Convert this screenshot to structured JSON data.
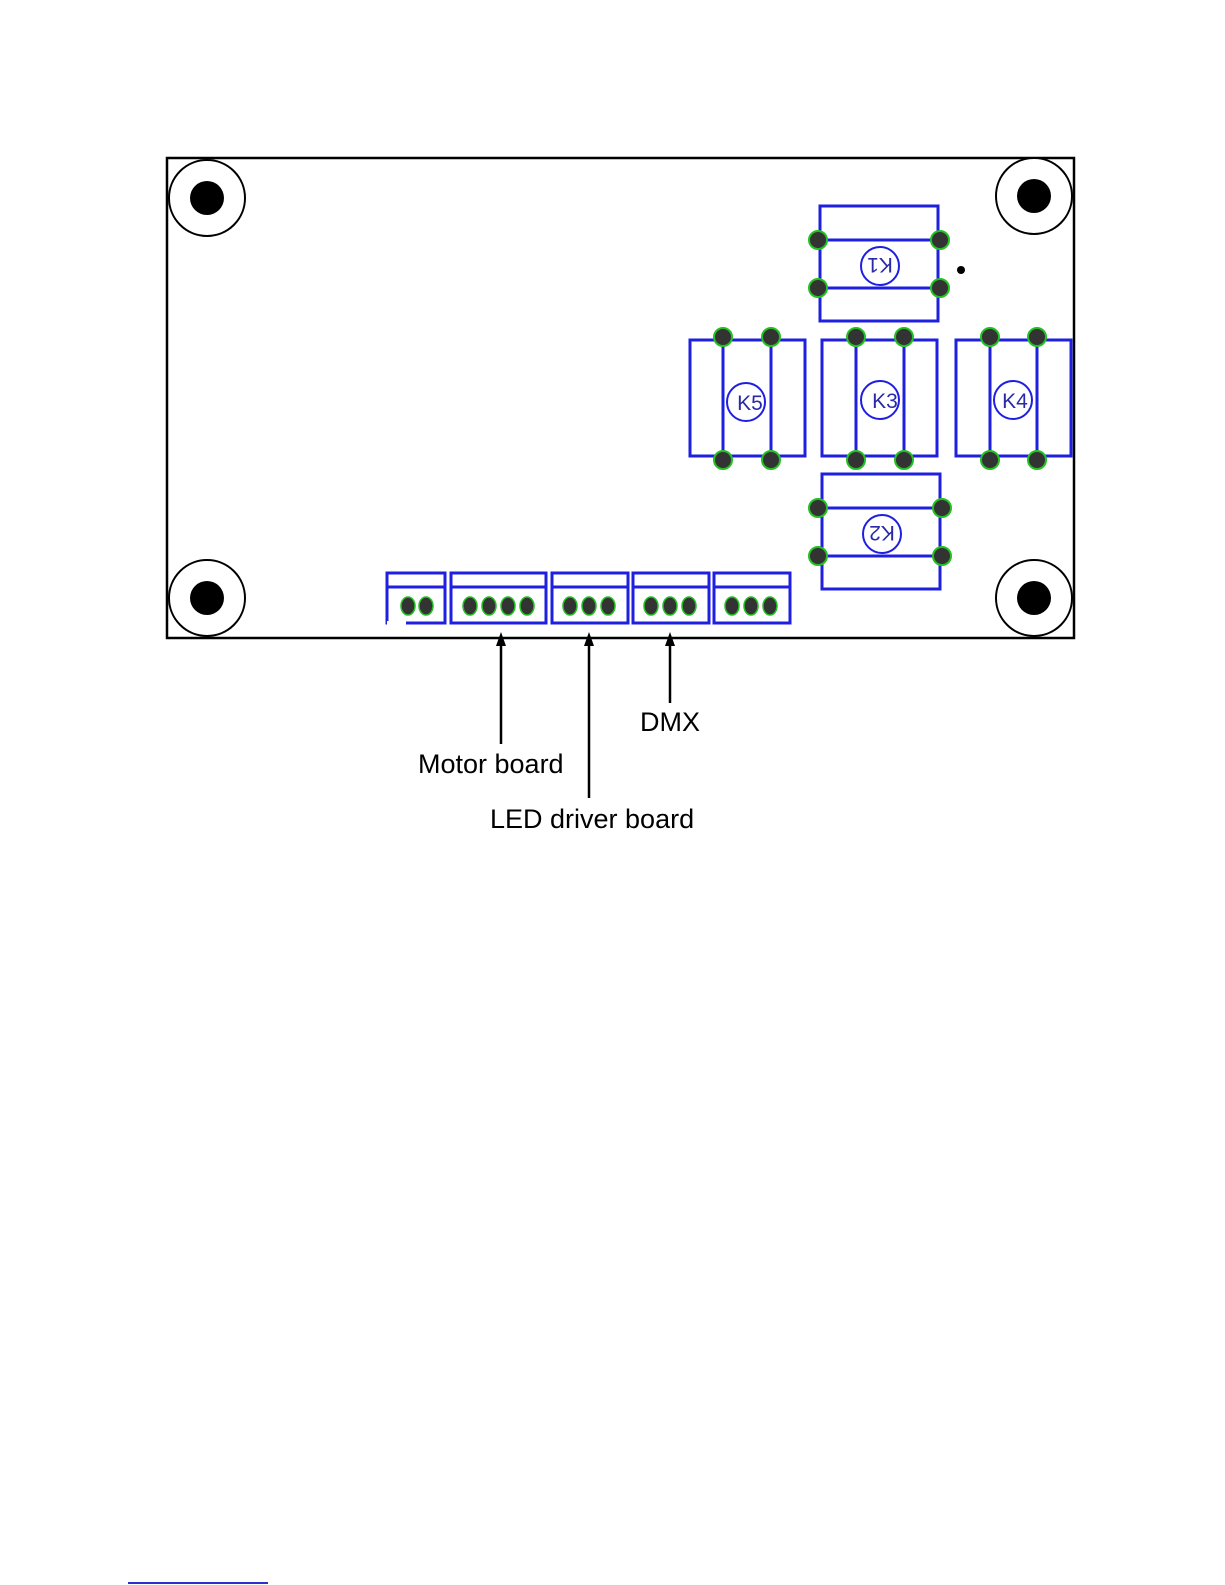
{
  "relays": [
    {
      "id": "k1",
      "label": "K1"
    },
    {
      "id": "k2",
      "label": "K2"
    },
    {
      "id": "k3",
      "label": "K3"
    },
    {
      "id": "k4",
      "label": "K4"
    },
    {
      "id": "k5",
      "label": "K5"
    }
  ],
  "connectors": [
    {
      "id": "connector-1",
      "pins": 2
    },
    {
      "id": "connector-2",
      "pins": 4
    },
    {
      "id": "connector-3",
      "pins": 3
    },
    {
      "id": "connector-4",
      "pins": 3
    },
    {
      "id": "connector-5",
      "pins": 3
    }
  ],
  "labels": {
    "motor_board": "Motor board",
    "led_driver_board": "LED driver board",
    "dmx": "DMX"
  },
  "colors": {
    "outline": "#1f1fe0",
    "pad": "#333333",
    "pad_ring": "#22c022",
    "board_edge": "#000000"
  }
}
